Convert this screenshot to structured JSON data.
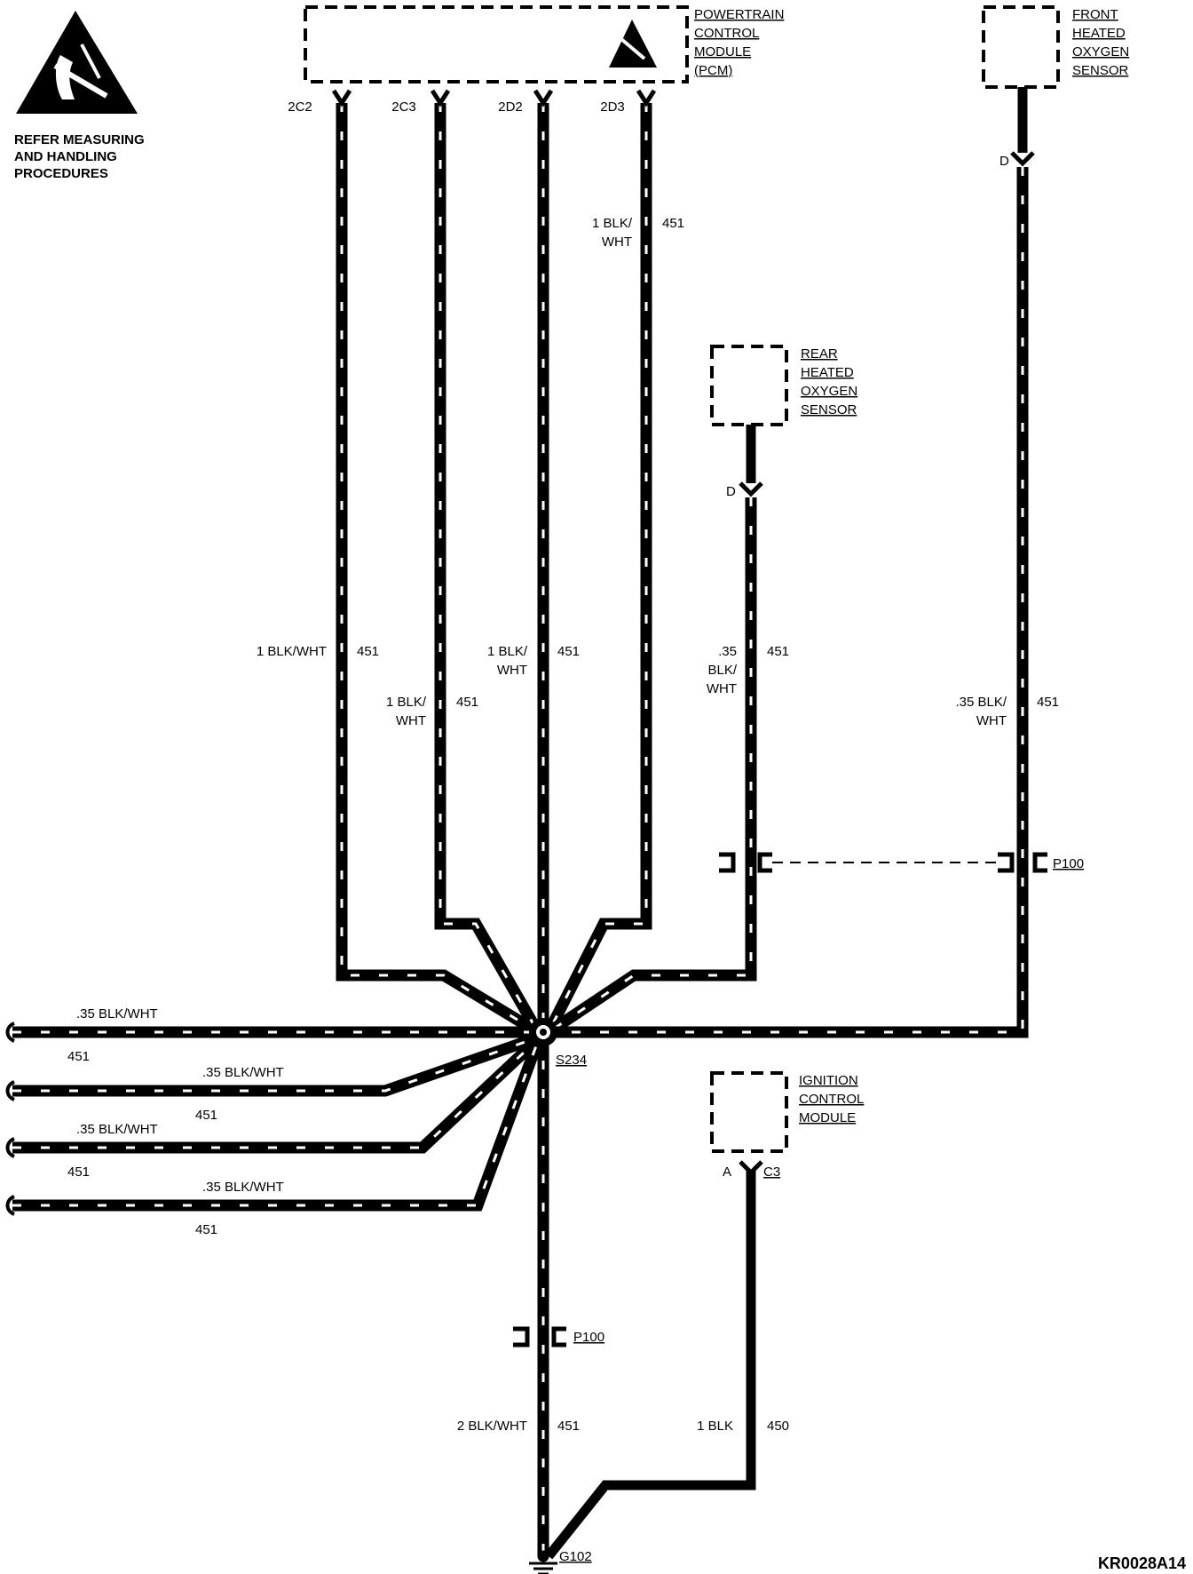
{
  "esd": {
    "warning_lines": [
      "REFER MEASURING",
      "AND HANDLING",
      "PROCEDURES"
    ]
  },
  "components": {
    "pcm": [
      "POWERTRAIN",
      "CONTROL",
      "MODULE",
      "(PCM)"
    ],
    "front_o2": [
      "FRONT",
      "HEATED",
      "OXYGEN",
      "SENSOR"
    ],
    "rear_o2": [
      "REAR",
      "HEATED",
      "OXYGEN",
      "SENSOR"
    ],
    "icm": [
      "IGNITION",
      "CONTROL",
      "MODULE"
    ]
  },
  "pins": {
    "pcm_2c2": "2C2",
    "pcm_2c3": "2C3",
    "pcm_2d2": "2D2",
    "pcm_2d3": "2D3",
    "front_o2_d": "D",
    "rear_o2_d": "D",
    "icm_a": "A",
    "icm_c3": "C3"
  },
  "wires": {
    "w_2c2": {
      "gauge_color": "1 BLK/WHT",
      "circuit": "451"
    },
    "w_2c3": {
      "gauge_color": [
        "1 BLK/",
        "WHT"
      ],
      "circuit": "451"
    },
    "w_2d2": {
      "gauge_color": [
        "1 BLK/",
        "WHT"
      ],
      "circuit": "451"
    },
    "w_2d3": {
      "gauge_color": [
        "1 BLK/",
        "WHT"
      ],
      "circuit": "451"
    },
    "w_rear": {
      "gauge_color": [
        ".35",
        "BLK/",
        "WHT"
      ],
      "circuit": "451"
    },
    "w_front": {
      "gauge_color": [
        ".35 BLK/",
        "WHT"
      ],
      "circuit": "451"
    },
    "w_left1": {
      "gauge_color": ".35 BLK/WHT",
      "circuit": "451"
    },
    "w_left2": {
      "gauge_color": ".35 BLK/WHT",
      "circuit": "451"
    },
    "w_left3": {
      "gauge_color": ".35 BLK/WHT",
      "circuit": "451"
    },
    "w_left4": {
      "gauge_color": ".35 BLK/WHT",
      "circuit": "451"
    },
    "w_ground": {
      "gauge_color": "2 BLK/WHT",
      "circuit": "451"
    },
    "w_icm": {
      "gauge_color": "1 BLK",
      "circuit": "450"
    }
  },
  "connectors": {
    "p100_upper": "P100",
    "p100_lower": "P100"
  },
  "splice": "S234",
  "ground": "G102",
  "figure_id": "KR0028A14"
}
